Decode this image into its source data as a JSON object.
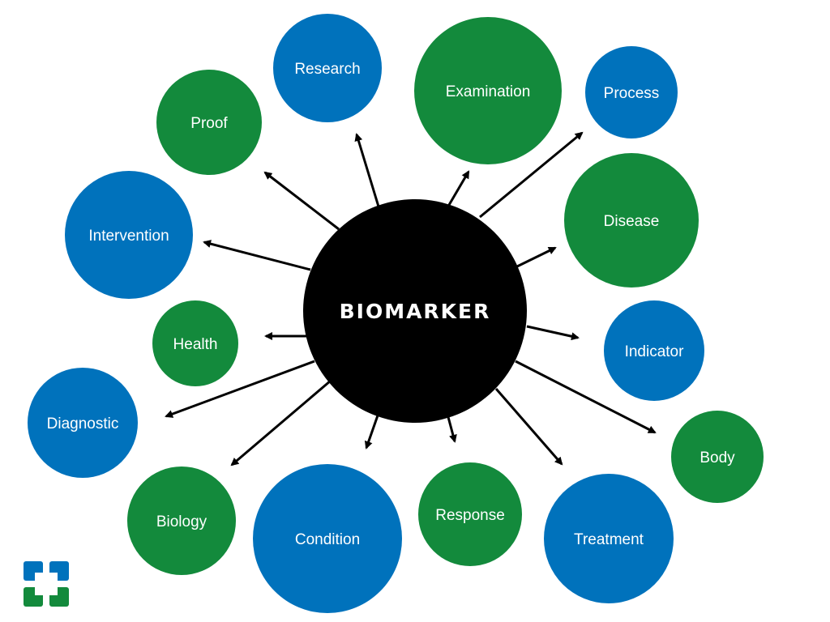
{
  "center": {
    "label": "BIOMARKER",
    "color": "#000000"
  },
  "colors": {
    "blue": "#0072BC",
    "green": "#138A3C",
    "arrow": "#000000"
  },
  "nodes": [
    {
      "id": "research",
      "label": "Research",
      "color": "blue"
    },
    {
      "id": "examination",
      "label": "Examination",
      "color": "green"
    },
    {
      "id": "process",
      "label": "Process",
      "color": "blue"
    },
    {
      "id": "proof",
      "label": "Proof",
      "color": "green"
    },
    {
      "id": "disease",
      "label": "Disease",
      "color": "green"
    },
    {
      "id": "intervention",
      "label": "Intervention",
      "color": "blue"
    },
    {
      "id": "health",
      "label": "Health",
      "color": "green"
    },
    {
      "id": "indicator",
      "label": "Indicator",
      "color": "blue"
    },
    {
      "id": "diagnostic",
      "label": "Diagnostic",
      "color": "blue"
    },
    {
      "id": "body",
      "label": "Body",
      "color": "green"
    },
    {
      "id": "biology",
      "label": "Biology",
      "color": "green"
    },
    {
      "id": "condition",
      "label": "Condition",
      "color": "blue"
    },
    {
      "id": "response",
      "label": "Response",
      "color": "green"
    },
    {
      "id": "treatment",
      "label": "Treatment",
      "color": "blue"
    }
  ],
  "logo": {
    "name": "cross-logo-icon"
  }
}
